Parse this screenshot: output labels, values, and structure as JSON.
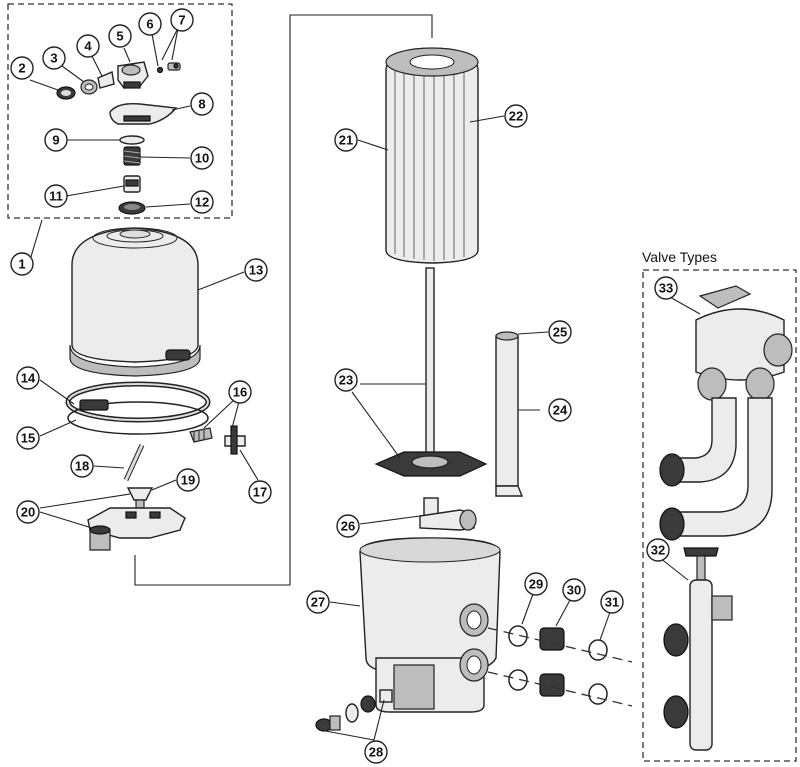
{
  "valve_types_title": "Valve Types",
  "callouts": [
    "1",
    "2",
    "3",
    "4",
    "5",
    "6",
    "7",
    "8",
    "9",
    "10",
    "11",
    "12",
    "13",
    "14",
    "15",
    "16",
    "17",
    "18",
    "19",
    "20",
    "21",
    "22",
    "23",
    "24",
    "25",
    "26",
    "27",
    "28",
    "29",
    "30",
    "31",
    "32",
    "33"
  ]
}
